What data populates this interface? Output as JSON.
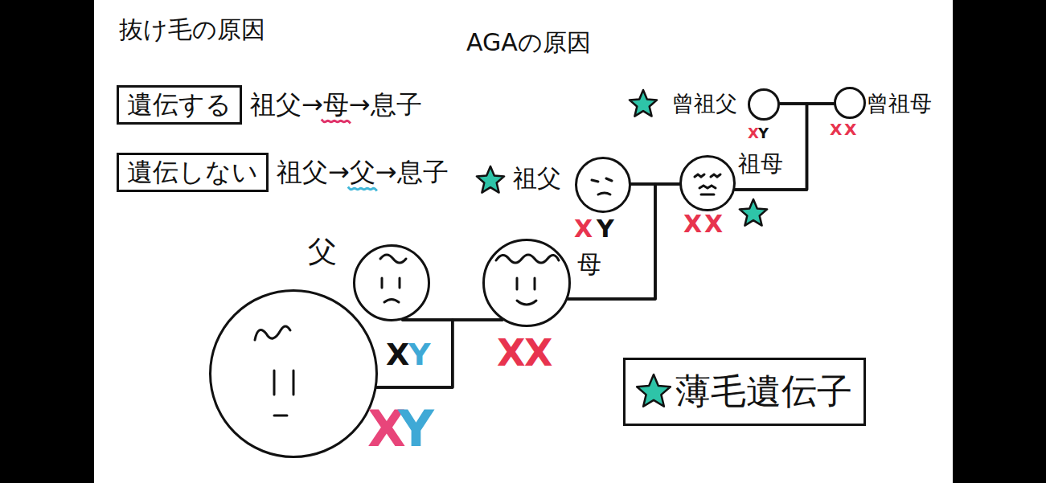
{
  "diagram": {
    "title": "AGAの原因",
    "nodes": [
      {
        "text": [
          "遺伝する"
        ]
      },
      {
        "text": [
          "遺伝しない"
        ]
      },
      {
        "text": [
          "曾祖父",
          "X",
          "Y"
        ]
      },
      {
        "text": [
          "曾祖母",
          "X",
          "X"
        ]
      },
      {
        "text": [
          "祖父",
          "X",
          "Y"
        ]
      },
      {
        "text": [
          "祖母",
          "X",
          "X"
        ]
      },
      {
        "text": [
          "父",
          "X",
          "Y"
        ]
      },
      {
        "text": [
          "母",
          "X",
          "X"
        ]
      },
      {
        "text": [
          "X",
          "Y"
        ]
      }
    ],
    "edges": [
      {
        "from": 2,
        "to": 3,
        "arrow": "none"
      },
      {
        "from": 4,
        "to": 5,
        "arrow": "none"
      },
      {
        "from": 6,
        "to": 7,
        "arrow": "none"
      },
      {
        "from": 2,
        "to": 5,
        "arrow": "none"
      },
      {
        "from": 3,
        "to": 5,
        "arrow": "none"
      },
      {
        "from": 4,
        "to": 7,
        "arrow": "none"
      },
      {
        "from": 5,
        "to": 7,
        "arrow": "none"
      },
      {
        "from": 6,
        "to": 8,
        "arrow": "none"
      },
      {
        "from": 7,
        "to": 8,
        "arrow": "none"
      }
    ],
    "labels": [
      "抜け毛の原因",
      "祖父→母→息子",
      "祖父→父→息子"
    ],
    "legend": [
      {
        "text": "薄毛遺伝子"
      }
    ]
  }
}
